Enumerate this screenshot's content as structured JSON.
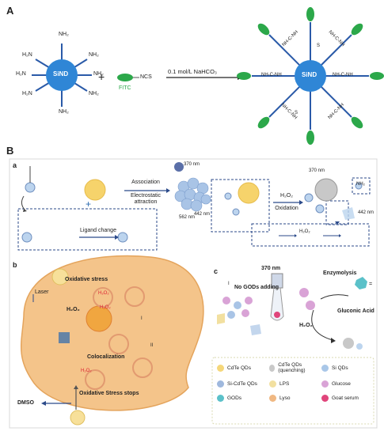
{
  "panelA": {
    "label": "A",
    "sind": "SiND",
    "plus": "+",
    "ncs": "NCS",
    "fitc": "FITC",
    "condition": "0.1 mol/L NaHCO₃",
    "nh2": "NH₂",
    "h2n": "H₂N",
    "product_sind": "SiND",
    "link_nh": "NH-C-NH",
    "link_s": "S"
  },
  "panelB": {
    "label": "B",
    "a_label": "a",
    "b_label": "b",
    "c_label": "c",
    "nm370": "370 nm",
    "nm370b": "370 nm",
    "nm442": "442 nm",
    "nm442b": "442 nm",
    "nm562": "562 nm",
    "association": "Association",
    "electrostatic": "Electrostatic",
    "attraction": "attraction",
    "h2o2": "H₂O₂",
    "oxidation": "Oxidation",
    "ligand_change": "Ligand change",
    "nh2": "NH₂",
    "reaction_h2o2": "H₂O₂",
    "b_laser": "Laser",
    "b_oxidative": "Oxidative stress",
    "b_h2o2_a": "H₂O₂",
    "b_h2o2_b": "H₂O₂",
    "b_h2o2_c": "H₂O₂",
    "b_h2o2_d": "H₂O₂",
    "b_roman1": "I",
    "b_roman2": "II",
    "b_coloc": "Colocalization",
    "b_stops": "Oxidative Stress stops",
    "b_dmso": "DMSO",
    "c_roman": "I",
    "c_nm": "370 nm",
    "c_nogods": "No GODs adding",
    "c_enzymolysis": "Enzymolysis",
    "c_equals": "=",
    "c_gluconic": "Gluconic Acid",
    "c_h2o2": "H₂O₂",
    "legend": [
      {
        "label": "CdTe QDs",
        "color": "#f5d77a"
      },
      {
        "label": "CdTe QDs (quenching)",
        "color": "#c9c9c9"
      },
      {
        "label": "Si QDs",
        "color": "#a9c7e8"
      },
      {
        "label": "Si-CdTe QDs",
        "color": "#9fb8dd"
      },
      {
        "label": "LPS",
        "color": "#f2e0a0"
      },
      {
        "label": "Glucose",
        "color": "#d9a3d6"
      },
      {
        "label": "GODs",
        "color": "#5bc1c9"
      },
      {
        "label": "Lyso",
        "color": "#f0b882"
      },
      {
        "label": "Goat serum",
        "color": "#e0457b"
      }
    ]
  }
}
